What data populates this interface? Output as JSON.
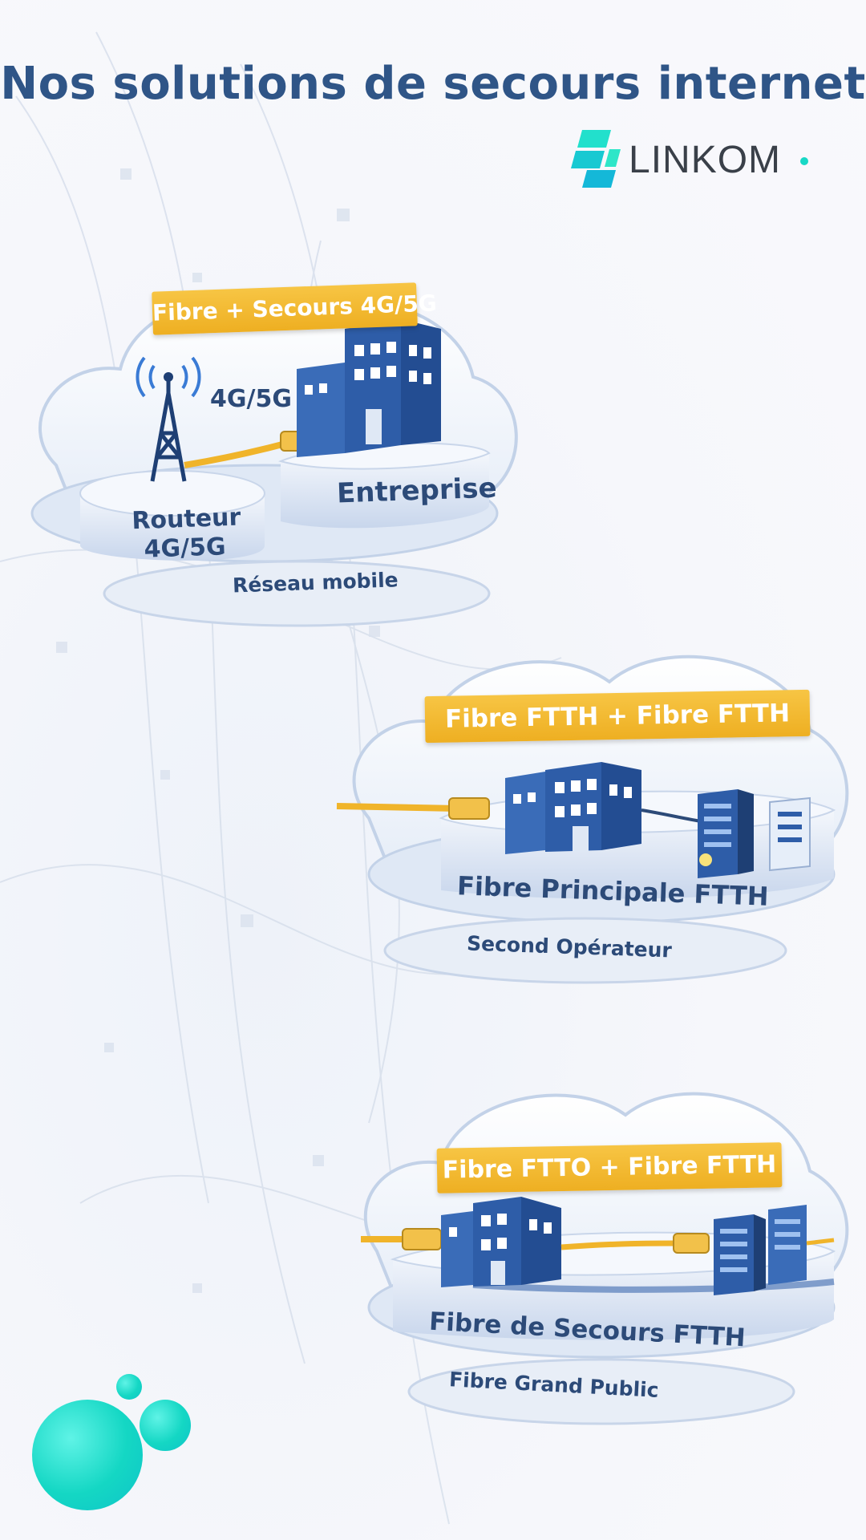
{
  "title": "Nos solutions de secours internet",
  "logo": {
    "text": "LINKOM",
    "icon": "linkom-logo-mark",
    "accent": "#18d8c6"
  },
  "colors": {
    "title": "#2f5587",
    "banner": "#f0b42a",
    "building": "#2e5da8",
    "label": "#2c4a78"
  },
  "solutions": [
    {
      "banner": "Fibre + Secours 4G/5G",
      "signal_label": "4G/5G",
      "left_label": "Routeur 4G/5G",
      "right_label": "Entreprise",
      "footer": "Réseau mobile"
    },
    {
      "banner": "Fibre FTTH + Fibre FTTH",
      "platform_label": "Fibre Principale FTTH",
      "footer": "Second Opérateur"
    },
    {
      "banner": "Fibre FTTO + Fibre FTTH",
      "platform_label": "Fibre de Secours FTTH",
      "footer": "Fibre Grand Public"
    }
  ]
}
